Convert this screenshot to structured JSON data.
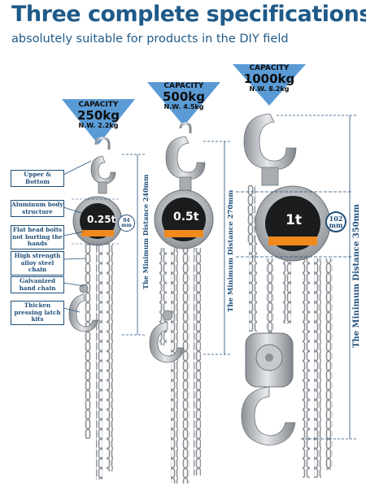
{
  "header": {
    "title": "Three complete specifications",
    "subtitle": "absolutely suitable for products in the DIY field"
  },
  "products": [
    {
      "capacity_label": "CAPACITY",
      "capacity": "250kg",
      "net_weight": "N.W. 2.2kg",
      "display_value": "0.25t",
      "body_size": "84",
      "body_unit": "mm",
      "min_distance": "The Minimum Distance  240mm"
    },
    {
      "capacity_label": "CAPACITY",
      "capacity": "500kg",
      "net_weight": "N.W. 4.5kg",
      "display_value": "0.5t",
      "min_distance": "The Minimum Distance  270mm"
    },
    {
      "capacity_label": "CAPACITY",
      "capacity": "1000kg",
      "net_weight": "N.W. 8.2kg",
      "display_value": "1t",
      "body_size": "102",
      "body_unit": "mm",
      "min_distance": "The Minimum Distance  350mm"
    }
  ],
  "features": [
    "Upper & Bottom",
    "Aluminum body structure",
    "Flat head bolts not hurting the hands",
    "High strength alloy steel chain",
    "Galvanized hand chain",
    "Thicken pressing latch kits"
  ],
  "colors": {
    "title": "#1f5a88",
    "capacity_triangle": "#5b9bd5",
    "annotation": "#1f4f7a",
    "steel": "#b8bcc0",
    "display_orange": "#f08a1c"
  }
}
